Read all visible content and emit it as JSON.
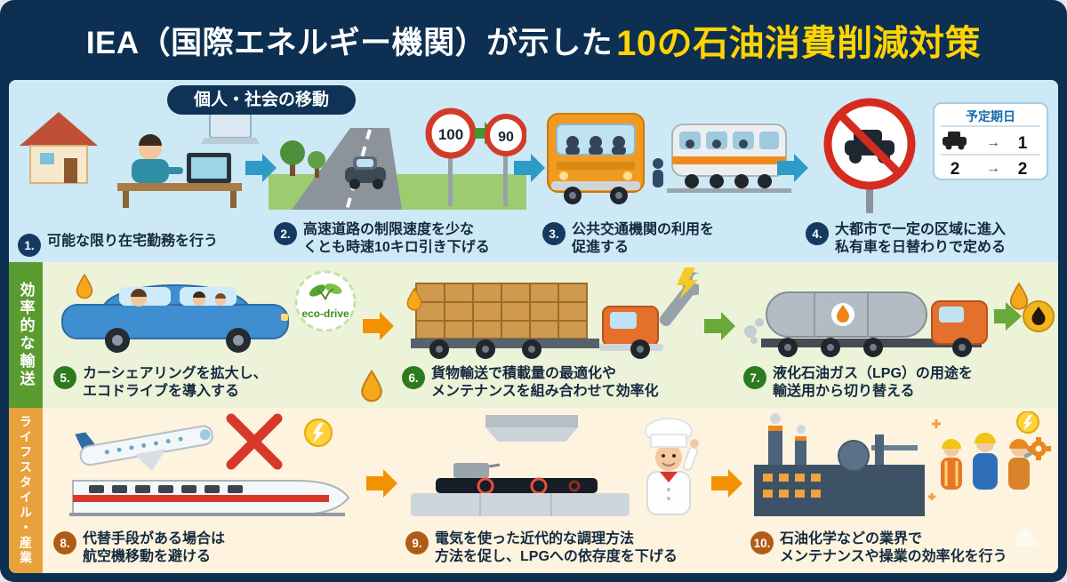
{
  "header": {
    "title_prefix": "IEA（国際エネルギー機関）が示した",
    "title_highlight": "10の石油消費削減対策"
  },
  "rows": [
    {
      "tag": "個人・社会の移動",
      "items": [
        {
          "num": "1.",
          "text": "可能な限り在宅勤務を行う"
        },
        {
          "num": "2.",
          "text": "高速道路の制限速度を少な\nくとも時速10キロ引き下げる",
          "sign_from": "100",
          "sign_to": "90"
        },
        {
          "num": "3.",
          "text": "公共交通機関の利用を\n促進する"
        },
        {
          "num": "4.",
          "text": "大都市で一定の区域に進入\n私有車を日替わりで定める",
          "schedule": {
            "title": "予定期日",
            "arrow": "→",
            "r1_right": "1",
            "r2_left": "2",
            "r2_right": "2"
          }
        }
      ]
    },
    {
      "label": "効率的な輸送",
      "items": [
        {
          "num": "5.",
          "text": "カーシェアリングを拡大し、\nエコドライブを導入する",
          "badge": "eco-drive"
        },
        {
          "num": "6.",
          "text": "貨物輸送で積載量の最適化や\nメンテナンスを組み合わせて効率化"
        },
        {
          "num": "7.",
          "text": "液化石油ガス（LPG）の用途を\n輸送用から切り替える"
        }
      ]
    },
    {
      "label": "ライフスタイル・産業",
      "items": [
        {
          "num": "8.",
          "text": "代替手段がある場合は\n航空機移動を避ける"
        },
        {
          "num": "9.",
          "text": "電気を使った近代的な調理方法\n方法を促し、LPGへの依存度を下げる"
        },
        {
          "num": "10.",
          "text": "石油化学などの業界で\nメンテナンスや操業の効率化を行う"
        }
      ]
    }
  ],
  "colors": {
    "frame": "#0c2f52",
    "highlight": "#ffd400",
    "row1_bg": "#cde9f6",
    "row2_bg": "#ecf3d9",
    "row3_bg": "#fdf3de",
    "row2_label_bg": "#5b9c31",
    "row3_label_bg": "#e8a13c",
    "arrow_blue": "#2e9ac8",
    "arrow_orange": "#f29200",
    "arrow_green": "#68a93a"
  }
}
